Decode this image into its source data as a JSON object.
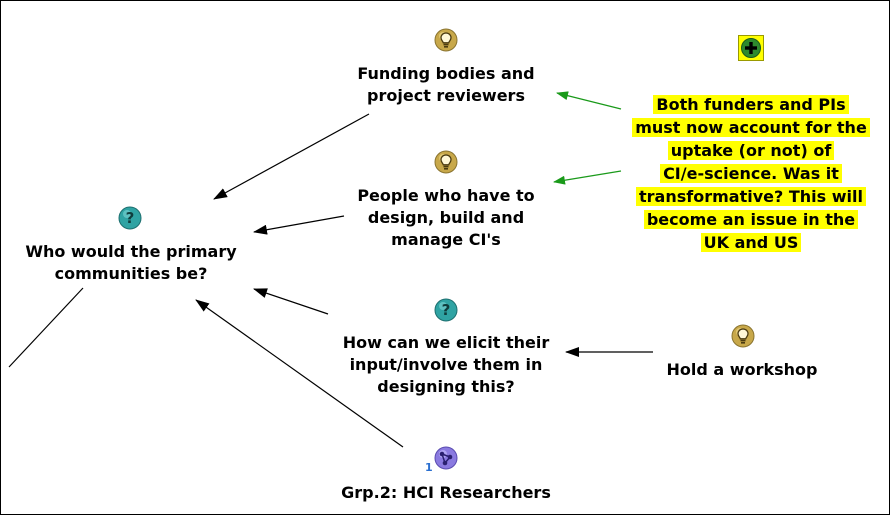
{
  "colors": {
    "idea_icon": "#c8a84a",
    "question_icon": "#2fa3a3",
    "group_icon": "#8a7ae0",
    "pro_icon": "#2e8a2e",
    "highlight": "#ffff00",
    "support_link": "#1a9a1a",
    "link": "#000000"
  },
  "nodes": {
    "primary_question": {
      "icon": "question-icon",
      "text": "Who would the primary\ncommunities be?"
    },
    "funding_bodies": {
      "icon": "lightbulb-icon",
      "text": "Funding bodies and\nproject reviewers"
    },
    "design_people": {
      "icon": "lightbulb-icon",
      "text": "People who have to\ndesign, build and\nmanage CI's"
    },
    "elicit_question": {
      "icon": "question-icon",
      "text": "How can we elicit their\ninput/involve them in\ndesigning this?"
    },
    "workshop": {
      "icon": "lightbulb-icon",
      "text": "Hold a workshop"
    },
    "hci_group": {
      "icon": "group-icon",
      "text": "Grp.2: HCI Researchers",
      "count": "1"
    },
    "pro_argument": {
      "icon": "plus-icon",
      "text": "Both funders and PIs\nmust now account for the\nuptake (or not) of\nCI/e-science. Was it\ntransformative? This will\nbecome an issue in the\nUK and US"
    }
  }
}
